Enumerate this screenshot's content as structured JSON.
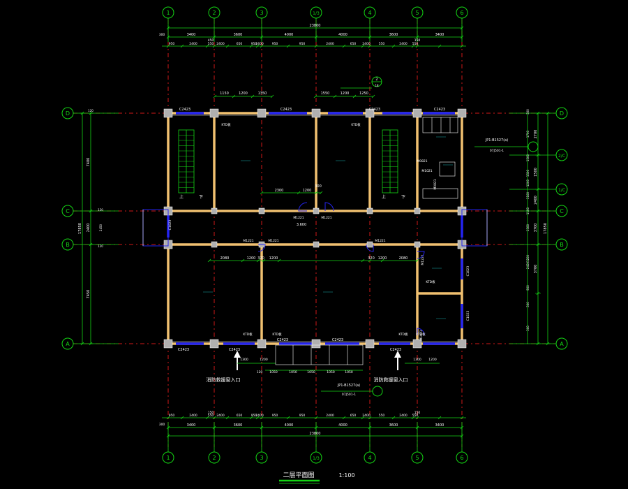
{
  "drawing": {
    "title": "二层平面图",
    "scale": "1:100"
  },
  "axes_vertical": [
    {
      "label": "1"
    },
    {
      "label": "2"
    },
    {
      "label": "3"
    },
    {
      "label": "1/3"
    },
    {
      "label": "4"
    },
    {
      "label": "5"
    },
    {
      "label": "6"
    }
  ],
  "axes_horizontal": [
    {
      "label": "D"
    },
    {
      "label": "2/C"
    },
    {
      "label": "1/C"
    },
    {
      "label": "C"
    },
    {
      "label": "B"
    },
    {
      "label": "A"
    }
  ],
  "dims_top": {
    "total": "23800",
    "row1": [
      "3400",
      "3600",
      "4000",
      "4000",
      "3600",
      "3400"
    ],
    "row2": [
      "950",
      "2400",
      "550",
      "2400",
      "650",
      "950",
      "2400",
      "950",
      "950",
      "2400",
      "650",
      "2400",
      "550",
      "2400",
      "550"
    ],
    "extra": [
      "300",
      "450",
      "150"
    ]
  },
  "dims_bottom": {
    "total": "23800",
    "row1": [
      "3400",
      "3600",
      "4000",
      "4000",
      "3600",
      "3400"
    ],
    "row2": [
      "950",
      "2400",
      "550",
      "2400",
      "650",
      "950",
      "2400",
      "950",
      "950",
      "2400",
      "650",
      "2400",
      "550",
      "2400",
      "550"
    ],
    "extra": [
      "300",
      "150"
    ]
  },
  "dims_left": {
    "total": "17850",
    "segments": [
      "7400",
      "2400",
      "7450"
    ],
    "small": [
      "120",
      "120",
      "2450",
      "120"
    ]
  },
  "dims_right": {
    "total": "17850",
    "segments": [
      "2700",
      "1500",
      "2400",
      "3700",
      "3700"
    ],
    "small": [
      "300",
      "1700",
      "1500",
      "1500",
      "1200",
      "1100",
      "1100",
      "1500",
      "1200",
      "2450",
      "900",
      "300",
      "300"
    ]
  },
  "windows": {
    "top": [
      "C2423",
      "C2423",
      "C2423",
      "C2423"
    ],
    "bottom": [
      "C2423",
      "C2423",
      "C2423",
      "C2423",
      "C2423"
    ],
    "side": [
      "C1023",
      "C1023",
      "C1023"
    ]
  },
  "doors": [
    "M1221",
    "M1221",
    "M1221",
    "M1221",
    "M1221",
    "M1221",
    "M1021",
    "M1021",
    "M0821",
    "M0821"
  ],
  "upper_dims": {
    "left": [
      "1150",
      "1200",
      "1350"
    ],
    "right": [
      "1550",
      "1200",
      "1250"
    ]
  },
  "mid_dims": [
    "2300",
    "1200",
    "300"
  ],
  "lower_dims": [
    "2080",
    "1200",
    "320",
    "1200",
    "320",
    "1200",
    "2080"
  ],
  "bottom_small": [
    "1300",
    "1200",
    "1300",
    "1200",
    "120",
    "1050",
    "1050",
    "1050",
    "1050",
    "1050"
  ],
  "annotations": {
    "ktd_labels": [
      "KTD板",
      "KTD板",
      "KTD板",
      "KTD板",
      "KTD板",
      "KTD板",
      "KTD板"
    ],
    "elevation": "3.600",
    "detail_ref_top": {
      "num": "2",
      "sheet": "18"
    },
    "detail_ref_right": {
      "text": "JP1-B1527(a)",
      "sub": "07J501-1"
    },
    "detail_ref_bottom": {
      "text": "JP1-B1527(a)",
      "sub": "07J501-1"
    },
    "fire_entry_left": "消防救援窗入口",
    "fire_entry_right": "消防救援窗入口",
    "stair_up": "上",
    "stair_down": "下"
  },
  "colors": {
    "background": "#000000",
    "axis_red": "#d01818",
    "green": "#14d614",
    "wall": "#f0c070",
    "window_blue": "#2424f0",
    "column": "#b0b0b0",
    "white": "#ffffff",
    "cyan": "#20e0e0"
  }
}
